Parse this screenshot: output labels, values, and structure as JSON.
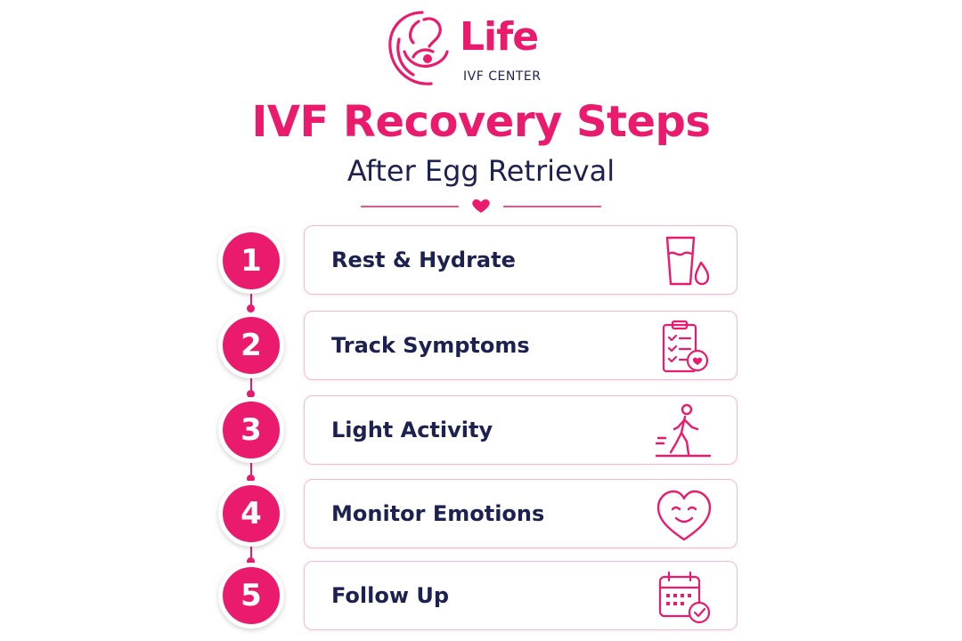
{
  "brand": {
    "name": "Life",
    "subtitle": "IVF CENTER",
    "accent_color": "#ea1b6d",
    "text_color": "#1d2150"
  },
  "header": {
    "title": "IVF Recovery Steps",
    "subtitle": "After Egg Retrieval",
    "divider_icon": "heart-icon"
  },
  "steps": [
    {
      "number": "1",
      "label": "Rest & Hydrate",
      "icon": "water-glass-icon"
    },
    {
      "number": "2",
      "label": "Track Symptoms",
      "icon": "clipboard-heart-icon"
    },
    {
      "number": "3",
      "label": "Light Activity",
      "icon": "walking-person-icon"
    },
    {
      "number": "4",
      "label": "Monitor Emotions",
      "icon": "smiling-heart-icon"
    },
    {
      "number": "5",
      "label": "Follow Up",
      "icon": "calendar-check-icon"
    }
  ]
}
